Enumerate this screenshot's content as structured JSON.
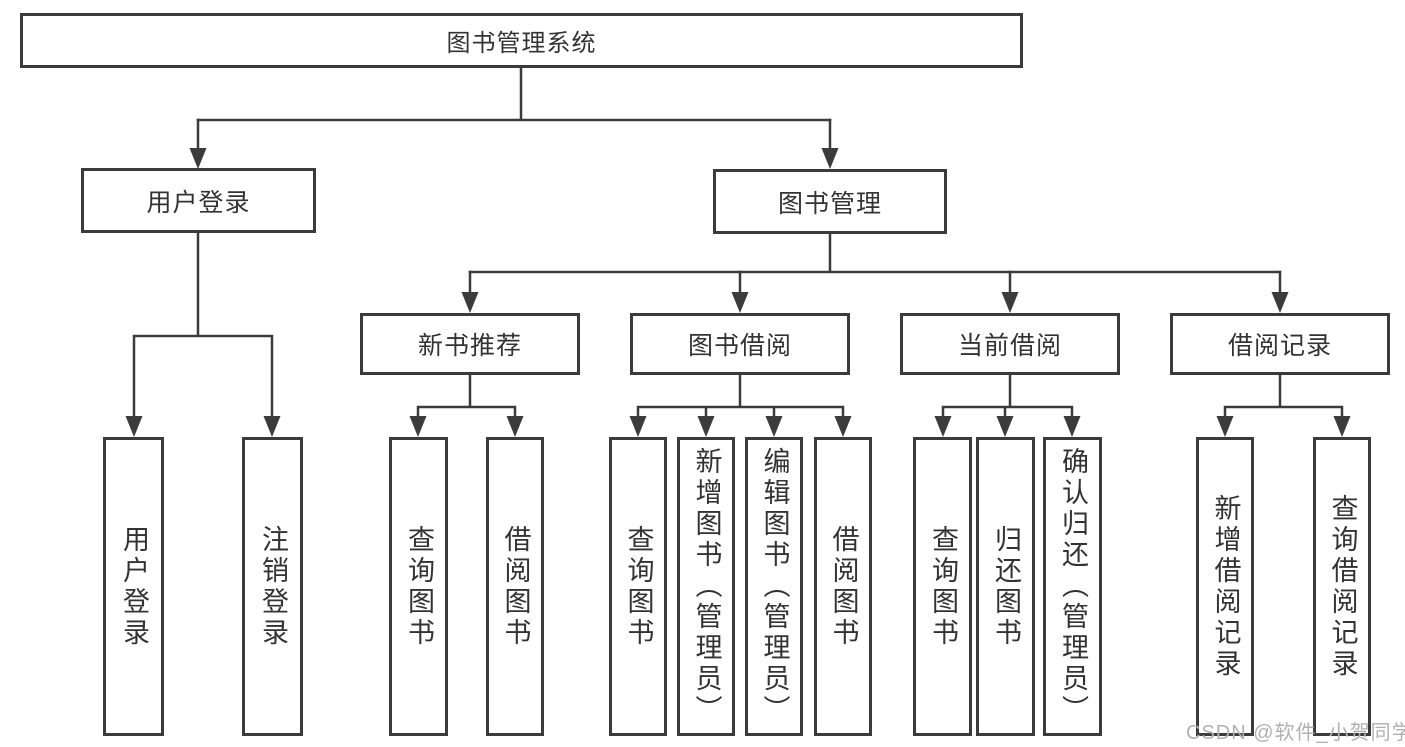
{
  "diagram_type": "hierarchy-tree",
  "colors": {
    "line": "#3b3b3b",
    "box_border": "#3b3b3b",
    "text": "#333333",
    "background": "#ffffff",
    "watermark": "#b0b0b0"
  },
  "watermark": "CSDN @软件_小贺同学",
  "tree": {
    "label": "图书管理系统",
    "children": [
      {
        "label": "用户登录",
        "children": [
          {
            "label": "用户登录"
          },
          {
            "label": "注销登录"
          }
        ]
      },
      {
        "label": "图书管理",
        "children": [
          {
            "label": "新书推荐",
            "children": [
              {
                "label": "查询图书"
              },
              {
                "label": "借阅图书"
              }
            ]
          },
          {
            "label": "图书借阅",
            "children": [
              {
                "label": "查询图书"
              },
              {
                "label": "新增图书（管理员）"
              },
              {
                "label": "编辑图书（管理员）"
              },
              {
                "label": "借阅图书"
              }
            ]
          },
          {
            "label": "当前借阅",
            "children": [
              {
                "label": "查询图书"
              },
              {
                "label": "归还图书"
              },
              {
                "label": "确认归还（管理员）"
              }
            ]
          },
          {
            "label": "借阅记录",
            "children": [
              {
                "label": "新增借阅记录"
              },
              {
                "label": "查询借阅记录"
              }
            ]
          }
        ]
      }
    ]
  }
}
